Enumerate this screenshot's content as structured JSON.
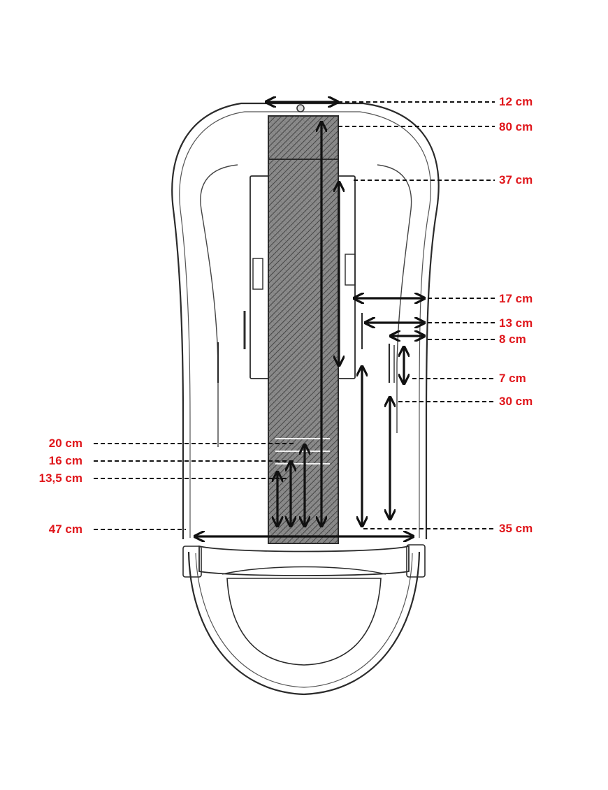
{
  "label_color": "#e0161b",
  "line_color": "#1a1a1a",
  "dimensions": {
    "top_width": "12 cm",
    "strap_length": "80 cm",
    "panel_height": "37 cm",
    "width_17": "17 cm",
    "width_13": "13 cm",
    "width_8": "8 cm",
    "slot_7": "7 cm",
    "height_30": "30 cm",
    "height_35": "35 cm",
    "bottom_width": "47 cm",
    "loop_20": "20 cm",
    "loop_16": "16 cm",
    "loop_13_5": "13,5 cm"
  }
}
